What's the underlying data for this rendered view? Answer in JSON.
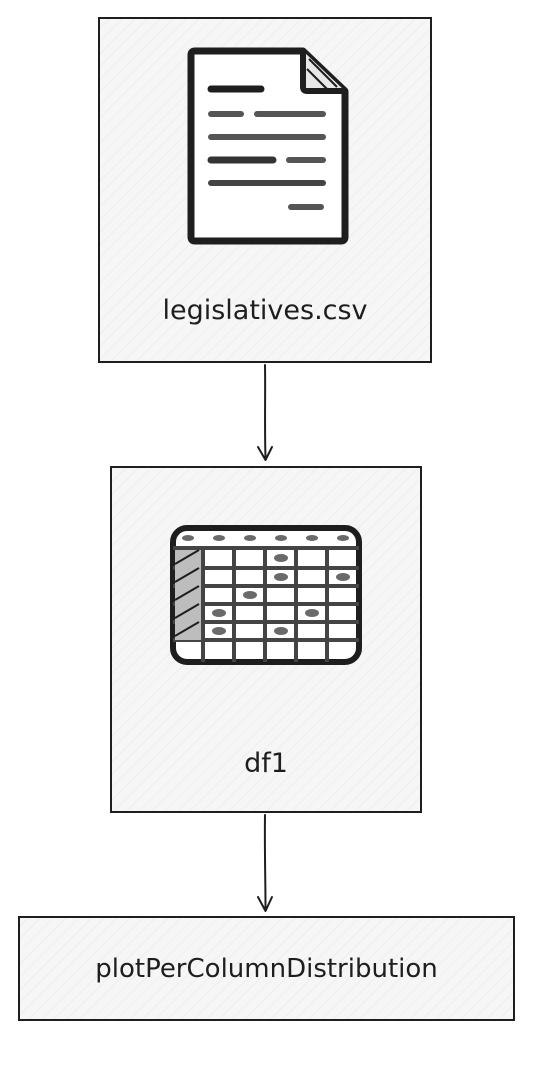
{
  "diagram": {
    "nodes": [
      {
        "id": "csv",
        "label": "legislatives.csv",
        "icon": "document-icon"
      },
      {
        "id": "df",
        "label": "df1",
        "icon": "table-icon"
      },
      {
        "id": "plot",
        "label": "plotPerColumnDistribution"
      }
    ],
    "edges": [
      {
        "from": "csv",
        "to": "df"
      },
      {
        "from": "df",
        "to": "plot"
      }
    ]
  },
  "colors": {
    "stroke": "#1e1e1e",
    "fill": "#f6f6f6",
    "icon_fill": "#ffffff"
  }
}
